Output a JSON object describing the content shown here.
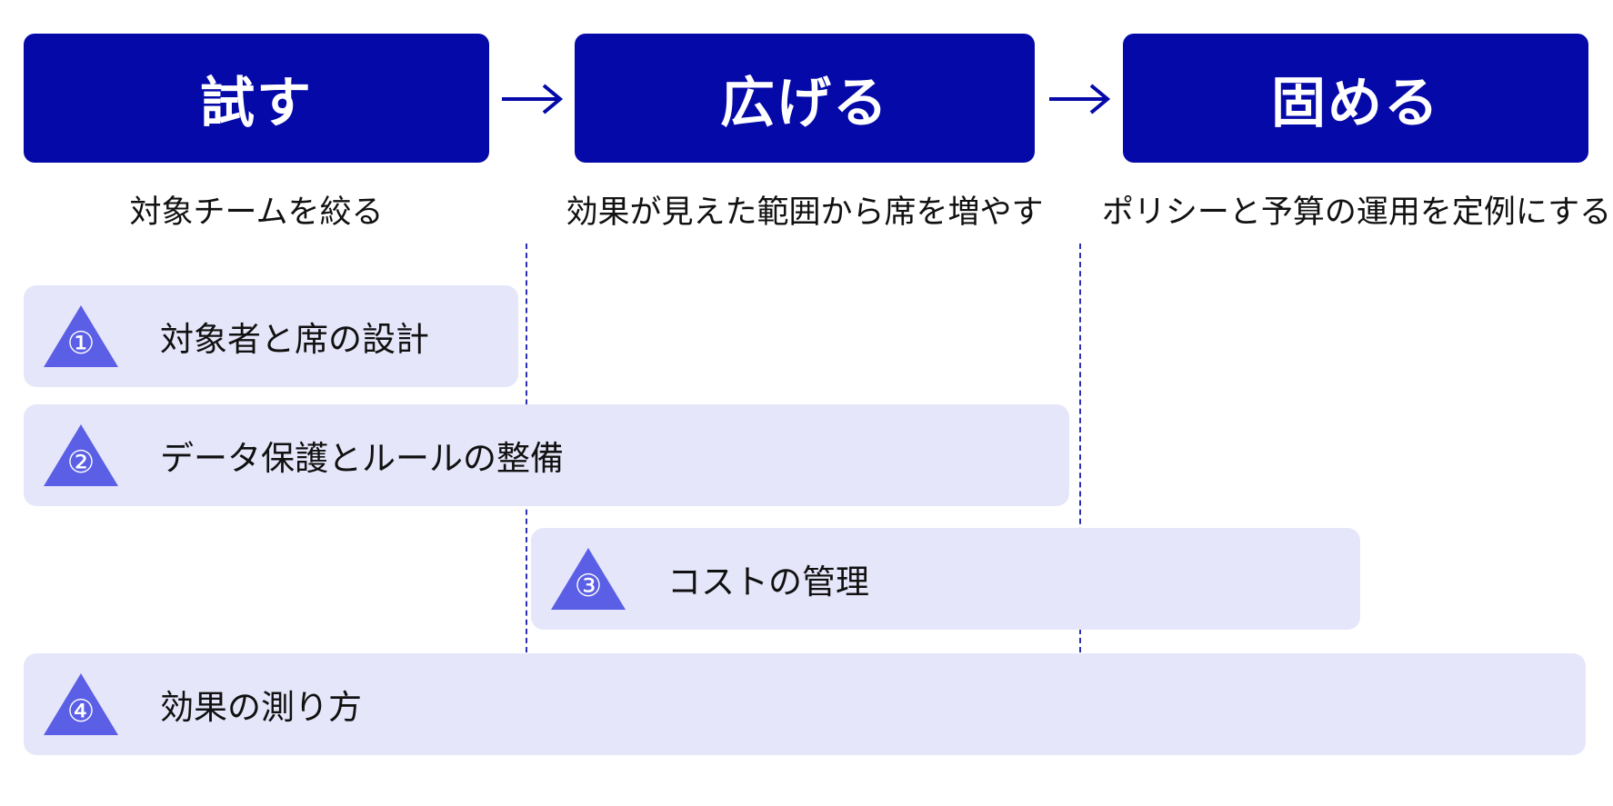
{
  "colors": {
    "phase_fill": "#0509a8",
    "phase_text": "#ffffff",
    "bar_fill": "#e6e6fa",
    "triangle_fill": "#5a5fe6",
    "arrow": "#0509a8",
    "divider": "#2a2fb5"
  },
  "phases": [
    {
      "title": "試す",
      "desc": "対象チームを絞る"
    },
    {
      "title": "広げる",
      "desc": "効果が見えた範囲から席を増やす"
    },
    {
      "title": "固める",
      "desc": "ポリシーと予算の運用を定例にする"
    }
  ],
  "tracks": [
    {
      "badge": "①",
      "icon": "triangle-icon",
      "label": "対象者と席の設計",
      "phases": [
        "試す"
      ]
    },
    {
      "badge": "②",
      "icon": "triangle-icon",
      "label": "データ保護とルールの整備",
      "phases": [
        "試す",
        "広げる"
      ]
    },
    {
      "badge": "③",
      "icon": "triangle-icon",
      "label": "コストの管理",
      "phases": [
        "広げる",
        "固める"
      ]
    },
    {
      "badge": "④",
      "icon": "triangle-icon",
      "label": "効果の測り方",
      "phases": [
        "試す",
        "広げる",
        "固める"
      ]
    }
  ]
}
